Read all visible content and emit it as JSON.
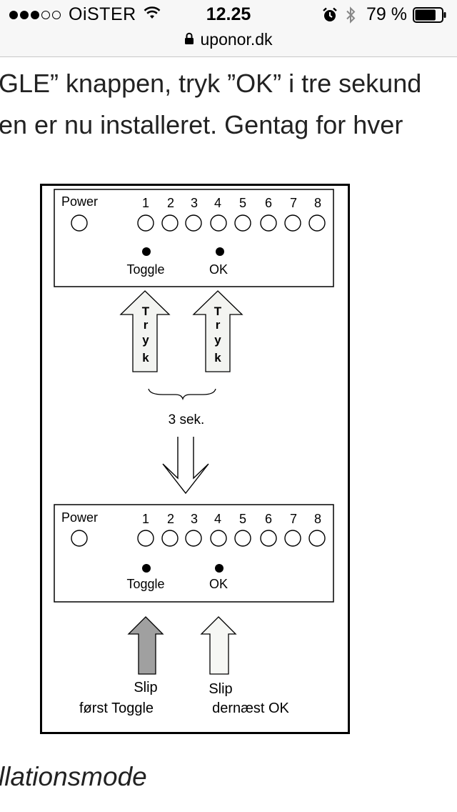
{
  "status_bar": {
    "carrier": "OiSTER",
    "time": "12.25",
    "battery_percent": "79 %",
    "signal_bars_filled": 3,
    "signal_bars_total": 5,
    "battery_level": 0.79
  },
  "url_bar": {
    "domain": "uponor.dk"
  },
  "article": {
    "line1": "GLE” knappen, tryk ”OK” i tre sekund",
    "line2": "en er nu installeret. Gentag for hver",
    "caption": "llationsmode"
  },
  "figure": {
    "top_panel": {
      "power_label": "Power",
      "channel_numbers": [
        "1",
        "2",
        "3",
        "4",
        "5",
        "6",
        "7",
        "8"
      ],
      "toggle_label": "Toggle",
      "ok_label": "OK"
    },
    "press_arrow_letters": [
      "T",
      "r",
      "y",
      "k"
    ],
    "duration_label": "3 sek.",
    "bottom_panel": {
      "power_label": "Power",
      "channel_numbers": [
        "1",
        "2",
        "3",
        "4",
        "5",
        "6",
        "7",
        "8"
      ],
      "toggle_label": "Toggle",
      "ok_label": "OK"
    },
    "release_toggle": {
      "line1": "Slip",
      "line2": "først Toggle"
    },
    "release_ok": {
      "line1": "Slip",
      "line2": "dernæst OK"
    },
    "colors": {
      "press_arrow_fill": "#f3f4f1",
      "release_toggle_arrow_fill": "#a0a0a0",
      "release_ok_arrow_fill": "#f6f7f4"
    }
  }
}
